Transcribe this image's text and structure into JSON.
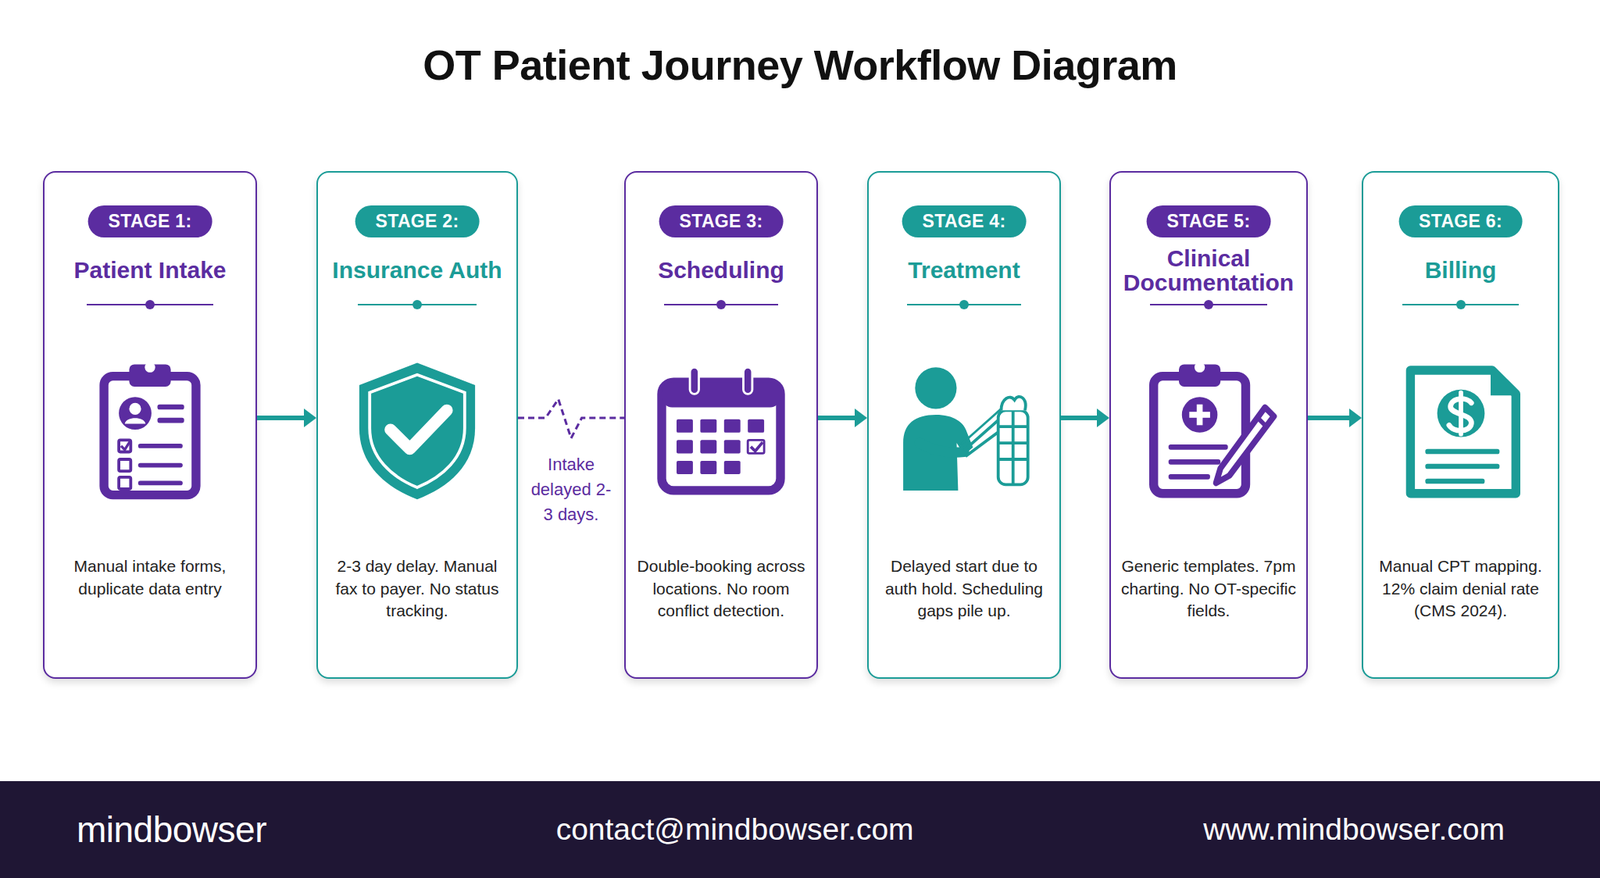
{
  "diagram": {
    "title": "OT Patient Journey Workflow Diagram",
    "nodes": [
      {
        "text": [
          "Patient Intake",
          "Manual intake forms, duplicate data entry"
        ]
      },
      {
        "text": [
          "STAGE 1:"
        ],
        "in": 0
      },
      {
        "text": [
          "Insurance Auth",
          "2-3 day delay. Manual fax to payer. No status tracking."
        ]
      },
      {
        "text": [
          "STAGE 2:"
        ],
        "in": 2
      },
      {
        "text": [
          "Scheduling",
          "Double-booking across locations. No room conflict detection."
        ]
      },
      {
        "text": [
          "STAGE 3:"
        ],
        "in": 4
      },
      {
        "text": [
          "Treatment",
          "Delayed start due to auth hold. Scheduling gaps pile up."
        ]
      },
      {
        "text": [
          "STAGE 4:"
        ],
        "in": 6
      },
      {
        "text": [
          "Clinical Documentation",
          "Generic templates. 7pm charting. No OT-specific fields."
        ]
      },
      {
        "text": [
          "STAGE 5:"
        ],
        "in": 8
      },
      {
        "text": [
          "Billing",
          "Manual CPT mapping. 12% claim denial rate (CMS 2024)."
        ]
      },
      {
        "text": [
          "STAGE 6:"
        ],
        "in": 10
      },
      {
        "text": [
          "mindbowser",
          "contact@mindbowser.com",
          "www.mindbowser.com"
        ]
      }
    ],
    "edges": [
      {
        "from": 0,
        "to": 2,
        "arrow": "to"
      },
      {
        "from": 2,
        "to": 4,
        "label": "Intake delayed 2-3 days.",
        "arrow": "none"
      },
      {
        "from": 4,
        "to": 6,
        "arrow": "to"
      },
      {
        "from": 6,
        "to": 8,
        "arrow": "to"
      },
      {
        "from": 8,
        "to": 10,
        "arrow": "to"
      }
    ]
  }
}
